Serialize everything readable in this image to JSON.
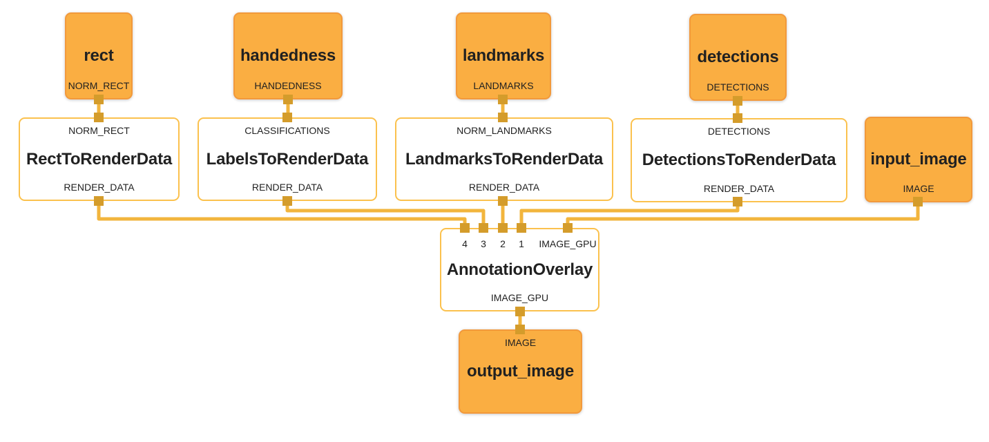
{
  "diagram": {
    "kind": "dataflow-graph",
    "colors": {
      "packet_node_fill": "#FAAE42",
      "packet_node_border": "#F2993B",
      "calculator_node_border": "#FBC14D",
      "edge": "#F2B53D",
      "port": "#D49C2B",
      "text": "#212121",
      "background": "#FFFFFF"
    },
    "nodes": [
      {
        "id": "rect",
        "name": "rect",
        "inputs": [],
        "outputs": [
          "NORM_RECT"
        ]
      },
      {
        "id": "handedness",
        "name": "handedness",
        "inputs": [],
        "outputs": [
          "HANDEDNESS"
        ]
      },
      {
        "id": "landmarks",
        "name": "landmarks",
        "inputs": [],
        "outputs": [
          "LANDMARKS"
        ]
      },
      {
        "id": "detections",
        "name": "detections",
        "inputs": [],
        "outputs": [
          "DETECTIONS"
        ]
      },
      {
        "id": "RectToRenderData",
        "name": "RectToRenderData",
        "inputs": [
          "NORM_RECT"
        ],
        "outputs": [
          "RENDER_DATA"
        ]
      },
      {
        "id": "LabelsToRenderData",
        "name": "LabelsToRenderData",
        "inputs": [
          "CLASSIFICATIONS"
        ],
        "outputs": [
          "RENDER_DATA"
        ]
      },
      {
        "id": "LandmarksToRenderData",
        "name": "LandmarksToRenderData",
        "inputs": [
          "NORM_LANDMARKS"
        ],
        "outputs": [
          "RENDER_DATA"
        ]
      },
      {
        "id": "DetectionsToRenderData",
        "name": "DetectionsToRenderData",
        "inputs": [
          "DETECTIONS"
        ],
        "outputs": [
          "RENDER_DATA"
        ]
      },
      {
        "id": "input_image",
        "name": "input_image",
        "inputs": [],
        "outputs": [
          "IMAGE"
        ]
      },
      {
        "id": "AnnotationOverlay",
        "name": "AnnotationOverlay",
        "inputs": [
          "4",
          "3",
          "2",
          "1",
          "IMAGE_GPU"
        ],
        "outputs": [
          "IMAGE_GPU"
        ]
      },
      {
        "id": "output_image",
        "name": "output_image",
        "inputs": [
          "IMAGE"
        ],
        "outputs": []
      }
    ],
    "edges": [
      {
        "from": "rect:NORM_RECT",
        "to": "RectToRenderData:NORM_RECT"
      },
      {
        "from": "handedness:HANDEDNESS",
        "to": "LabelsToRenderData:CLASSIFICATIONS"
      },
      {
        "from": "landmarks:LANDMARKS",
        "to": "LandmarksToRenderData:NORM_LANDMARKS"
      },
      {
        "from": "detections:DETECTIONS",
        "to": "DetectionsToRenderData:DETECTIONS"
      },
      {
        "from": "RectToRenderData:RENDER_DATA",
        "to": "AnnotationOverlay:4"
      },
      {
        "from": "LabelsToRenderData:RENDER_DATA",
        "to": "AnnotationOverlay:3"
      },
      {
        "from": "LandmarksToRenderData:RENDER_DATA",
        "to": "AnnotationOverlay:2"
      },
      {
        "from": "DetectionsToRenderData:RENDER_DATA",
        "to": "AnnotationOverlay:1"
      },
      {
        "from": "input_image:IMAGE",
        "to": "AnnotationOverlay:IMAGE_GPU"
      },
      {
        "from": "AnnotationOverlay:IMAGE_GPU",
        "to": "output_image:IMAGE"
      }
    ]
  }
}
